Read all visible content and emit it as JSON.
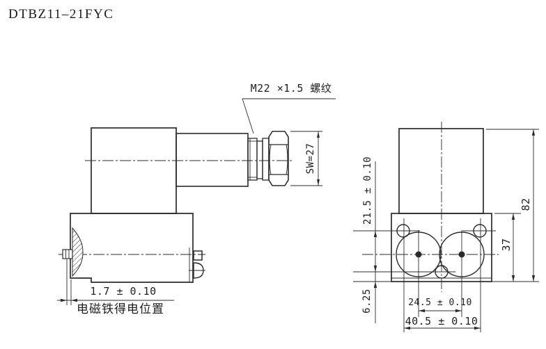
{
  "title": "DTBZ11–21FYC",
  "drawing": {
    "part_labels": {
      "thread": "M22 ×1.5 螺纹",
      "wrench_size": "SW=27",
      "energized_position": "电磁铁得电位置"
    },
    "dimensions": {
      "armature_stroke": "1.7 ± 0.10",
      "hole_row_spacing_vertical": "21.5 ± 0.10",
      "bottom_hole_offset": "6.25",
      "overall_height": "82",
      "body_height": "37",
      "port_center_spacing": "24.5 ± 0.10",
      "mounting_hole_spacing": "40.5 ± 0.10"
    },
    "colors": {
      "line": "#2b2b2b",
      "background": "#ffffff"
    }
  }
}
